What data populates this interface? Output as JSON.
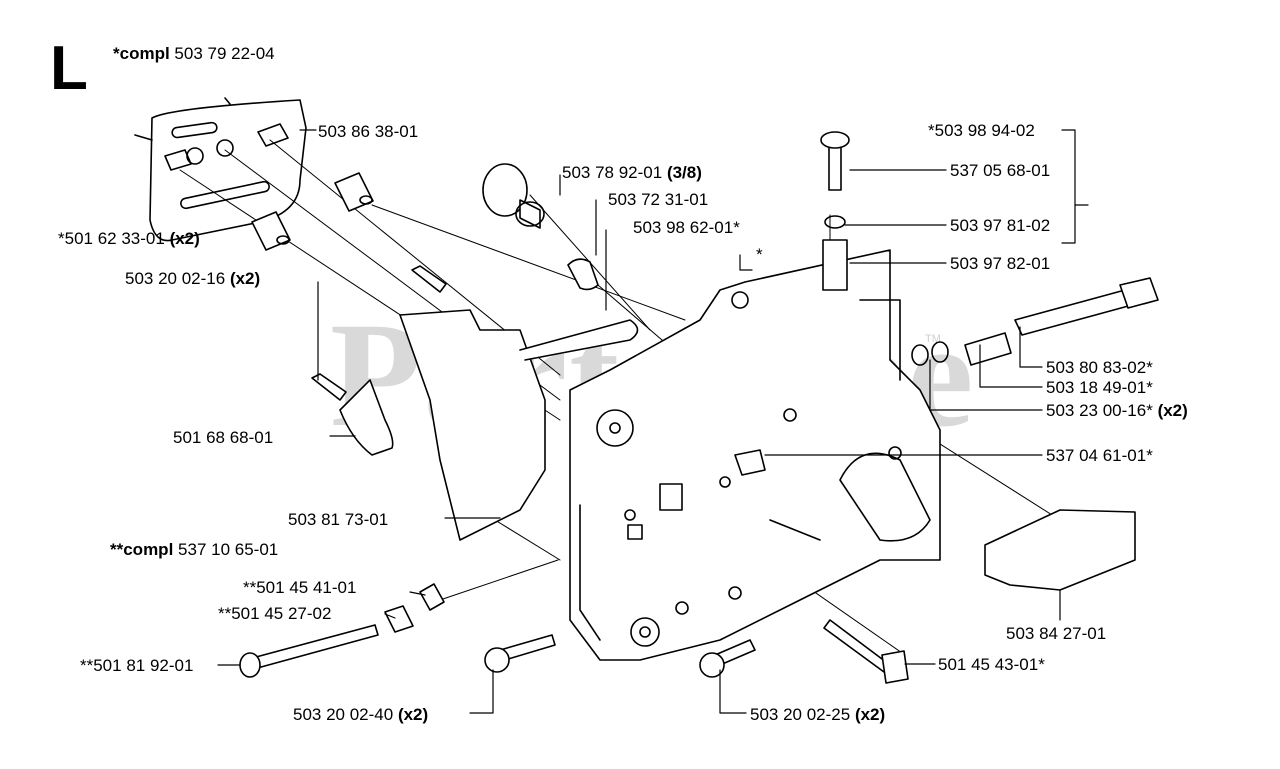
{
  "section_letter": "L",
  "watermark": "PartsTree",
  "watermark_tm": "TM",
  "header": {
    "prefix": "*compl",
    "number": "503 79 22-04"
  },
  "subassembly": {
    "prefix": "**compl",
    "number": "537 10 65-01"
  },
  "parts": [
    {
      "id": "bar-plate",
      "number": "503 86 38-01"
    },
    {
      "id": "washer-left",
      "number": "*501 62 33-01",
      "qty": "(x2)"
    },
    {
      "id": "screw-top",
      "number": "503 20 02-16",
      "qty": "(x2)"
    },
    {
      "id": "guard-clip",
      "number": "501 68 68-01"
    },
    {
      "id": "side-plate",
      "number": "503 81 73-01"
    },
    {
      "id": "nut-2",
      "number": "**501 45 41-01"
    },
    {
      "id": "tensioner-nut",
      "number": "**501 45 27-02"
    },
    {
      "id": "tension-screw",
      "number": "**501 81 92-01"
    },
    {
      "id": "screw-bottom-left",
      "number": "503 20 02-40",
      "qty": "(x2)"
    },
    {
      "id": "screw-bottom-right",
      "number": "503 20 02-25",
      "qty": "(x2)"
    },
    {
      "id": "bolt",
      "number": "501 45 43-01*"
    },
    {
      "id": "cap",
      "number": "503 78 92-01",
      "qty": "(3/8)"
    },
    {
      "id": "bushing",
      "number": "503 72 31-01"
    },
    {
      "id": "spring-wire",
      "number": "503 98 62-01*"
    },
    {
      "id": "housing",
      "number": "*"
    },
    {
      "id": "pump-kit",
      "number": "*503 98 94-02"
    },
    {
      "id": "adjust-screw",
      "number": "537 05 68-01"
    },
    {
      "id": "o-ring",
      "number": "503 97 81-02"
    },
    {
      "id": "spring-1",
      "number": "503 97 82-01"
    },
    {
      "id": "shaft",
      "number": "503 80 83-02*"
    },
    {
      "id": "spring-2",
      "number": "503 18 49-01*"
    },
    {
      "id": "washer-right",
      "number": "503 23 00-16*",
      "qty": "(x2)"
    },
    {
      "id": "nozzle",
      "number": "537 04 61-01*"
    },
    {
      "id": "block",
      "number": "503 84 27-01"
    }
  ]
}
